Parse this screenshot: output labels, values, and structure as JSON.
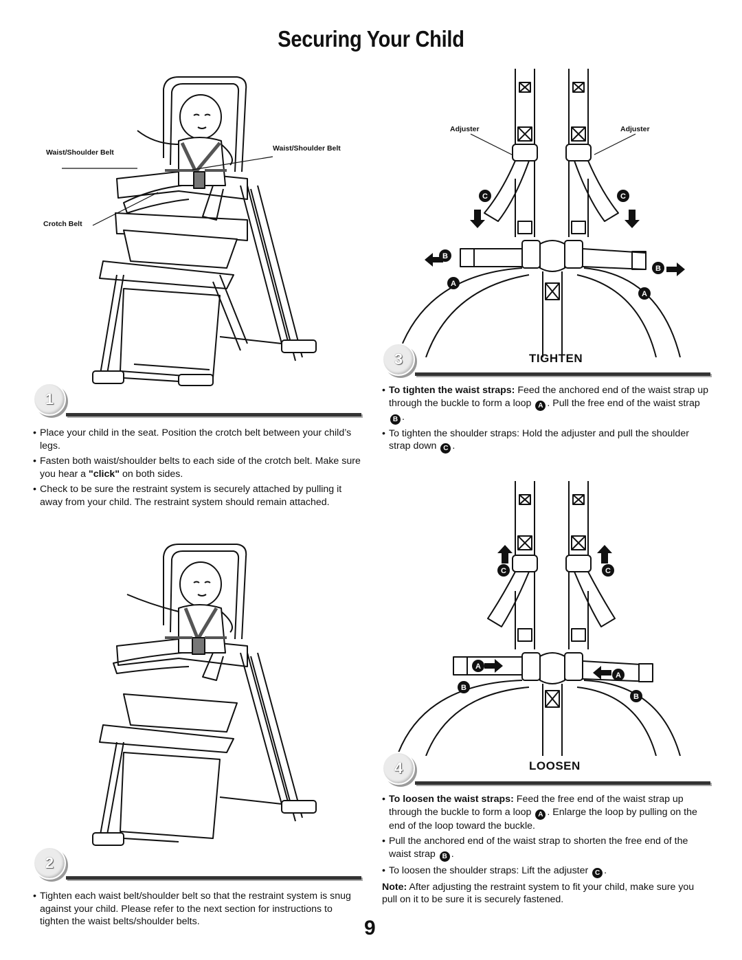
{
  "page": {
    "title": "Securing Your Child",
    "page_number": "9"
  },
  "step1": {
    "number": "1",
    "labels": {
      "waist_left": "Waist/Shoulder Belt",
      "waist_right": "Waist/Shoulder Belt",
      "crotch": "Crotch Belt"
    },
    "bullets": [
      "Place your child in the seat. Position the crotch belt between your child’s legs.",
      "Check to be sure the restraint system is securely attached by pulling it away from your child. The restraint system should remain attached."
    ],
    "bullet2_pre": "Fasten both waist/shoulder belts to each side of the crotch belt. Make sure you hear a ",
    "bullet2_bold": "\"click\"",
    "bullet2_post": " on both sides."
  },
  "step2": {
    "number": "2",
    "bullets": [
      "Tighten each waist belt/shoulder belt so that the restraint system is snug against your child. Please refer to the next section for instructions to tighten the waist belts/shoulder belts."
    ]
  },
  "step3": {
    "number": "3",
    "heading": "TIGHTEN",
    "adjuster_left": "Adjuster",
    "adjuster_right": "Adjuster",
    "b1_bold": "To tighten the waist straps:",
    "b1_a": " Feed the anchored end of the waist strap up through the buckle to form a loop ",
    "b1_b": ". Pull the free end of the waist strap ",
    "b1_c": ".",
    "b2_a": "To tighten the shoulder straps: Hold the adjuster and pull the shoulder strap down ",
    "b2_b": "."
  },
  "step4": {
    "number": "4",
    "heading": "LOOSEN",
    "b1_bold": "To loosen the waist straps:",
    "b1_a": " Feed the free end of the waist strap up through the buckle to form a loop ",
    "b1_b": ". Enlarge the loop by pulling on the end of the loop toward the buckle.",
    "b2_a": "Pull the anchored end of the waist strap to shorten the free end of the waist strap ",
    "b2_b": ".",
    "b3_a": "To loosen the shoulder straps: Lift the adjuster ",
    "b3_b": ".",
    "note_bold": "Note:",
    "note_text": " After adjusting the restraint system to fit your child, make sure you pull on it to be sure it is securely fastened."
  },
  "markers": {
    "A": "A",
    "B": "B",
    "C": "C"
  }
}
